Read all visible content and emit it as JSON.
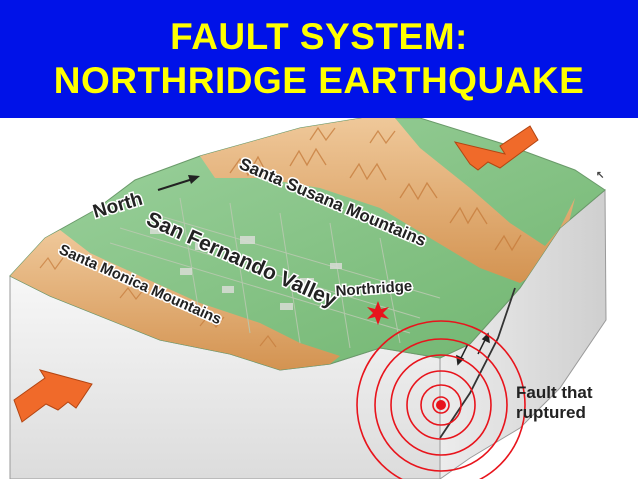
{
  "title": {
    "line1": "FAULT SYSTEM:",
    "line2": "NORTHRIDGE EARTHQUAKE"
  },
  "labels": {
    "north": "North",
    "susana": "Santa Susana Mountains",
    "fernando": "San Fernando Valley",
    "monica": "Santa Monica Mountains",
    "northridge": "Northridge",
    "fault_line1": "Fault that",
    "fault_line2": "ruptured"
  },
  "colors": {
    "title_bg": "#0012e8",
    "title_text": "#ffff00",
    "arrow": "#f06a2a",
    "epicenter": "#e8141c",
    "rings": "#e8141c",
    "terrain_green": "#7fbf7a",
    "mountains": "#e2a66a",
    "block_side": "#efefef"
  }
}
